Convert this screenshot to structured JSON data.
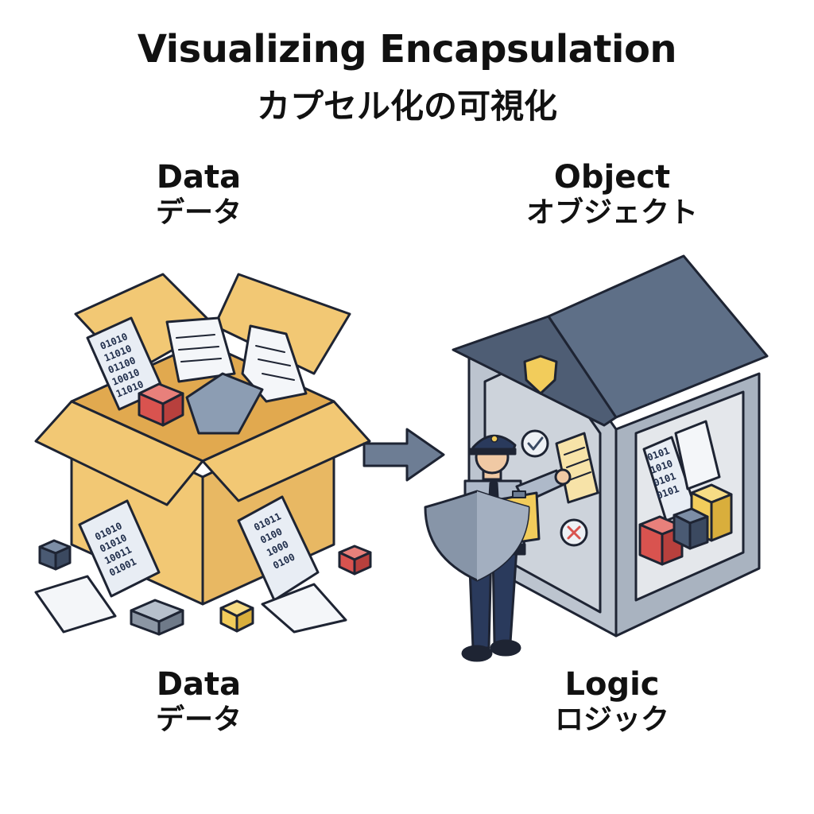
{
  "title": {
    "en": "Visualizing Encapsulation",
    "ja": "カプセル化の可視化"
  },
  "labels": {
    "data_top": {
      "en": "Data",
      "ja": "データ"
    },
    "object": {
      "en": "Object",
      "ja": "オブジェクト"
    },
    "data_bottom": {
      "en": "Data",
      "ja": "データ"
    },
    "logic": {
      "en": "Logic",
      "ja": "ロジック"
    }
  },
  "binary_docs": {
    "box_doc": [
      "01010",
      "11010",
      "01100",
      "10010",
      "11010"
    ],
    "left_floor_doc": [
      "01010",
      "01010",
      "10011",
      "01001"
    ],
    "right_floor_doc": [
      "01011",
      "0100",
      "1000",
      "0100"
    ],
    "house_doc": [
      "0101",
      "1010",
      "0101",
      "0101"
    ]
  },
  "colors": {
    "box": "#f2c874",
    "box_inner": "#e1a94f",
    "house_roof": "#5e6f87",
    "house_wall": "#bcc4cf",
    "guard_uniform": "#2a3a5c",
    "shield": "#8795a8",
    "accent_red": "#d9534f",
    "accent_yellow": "#f2cc5b",
    "outline": "#1e2433"
  },
  "icons": [
    "cardboard-box-icon",
    "arrow-right-icon",
    "house-vault-icon",
    "security-guard-icon",
    "shield-icon",
    "check-icon",
    "cross-icon",
    "document-icon",
    "cube-icon"
  ]
}
